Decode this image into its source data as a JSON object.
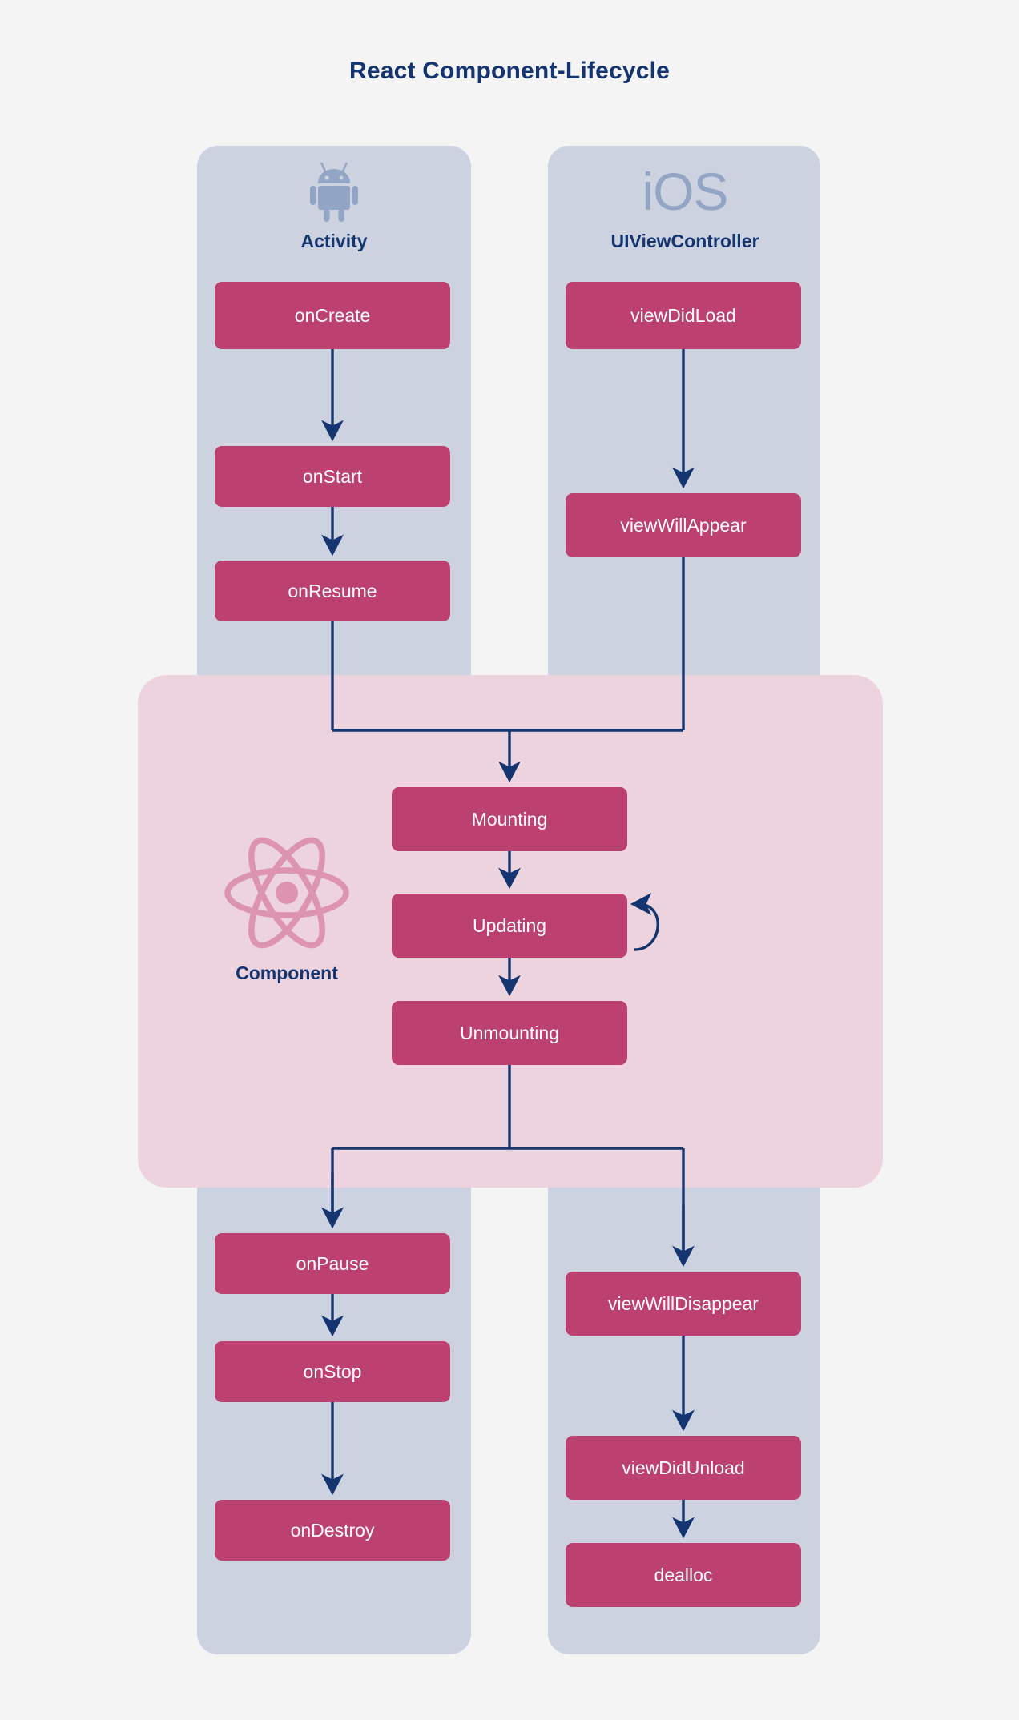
{
  "title": "React Component-Lifecycle",
  "colors": {
    "background": "#f4f4f4",
    "title_navy": "#14356f",
    "platform_panel": "#ccd2e0",
    "react_panel": "#ecd3de",
    "node_pink": "#bc4070",
    "node_text": "#ffffff",
    "arrow_navy": "#14356f",
    "android_logo": "#93a5c4",
    "ios_logo": "#93a5c4",
    "react_logo": "#dd94b0"
  },
  "columns": {
    "android": {
      "icon": "android-robot-icon",
      "label": "Activity",
      "nodes": [
        {
          "id": "oncreate",
          "label": "onCreate"
        },
        {
          "id": "onstart",
          "label": "onStart"
        },
        {
          "id": "onresume",
          "label": "onResume"
        },
        {
          "id": "onpause",
          "label": "onPause"
        },
        {
          "id": "onstop",
          "label": "onStop"
        },
        {
          "id": "ondestroy",
          "label": "onDestroy"
        }
      ]
    },
    "ios": {
      "wordmark": "iOS",
      "label": "UIViewController",
      "nodes": [
        {
          "id": "viewdidload",
          "label": "viewDidLoad"
        },
        {
          "id": "viewwillappear",
          "label": "viewWillAppear"
        },
        {
          "id": "viewwilldisappear",
          "label": "viewWillDisappear"
        },
        {
          "id": "viewdidunload",
          "label": "viewDidUnload"
        },
        {
          "id": "dealloc",
          "label": "dealloc"
        }
      ]
    },
    "react": {
      "icon": "react-atom-icon",
      "label": "Component",
      "nodes": [
        {
          "id": "mounting",
          "label": "Mounting"
        },
        {
          "id": "updating",
          "label": "Updating"
        },
        {
          "id": "unmounting",
          "label": "Unmounting"
        }
      ]
    }
  },
  "chart_data": {
    "type": "diagram",
    "title": "React Component-Lifecycle",
    "diagram_kind": "flowchart",
    "lanes": [
      {
        "name": "Activity",
        "platform": "Android",
        "sequence": [
          "onCreate",
          "onStart",
          "onResume",
          "onPause",
          "onStop",
          "onDestroy"
        ]
      },
      {
        "name": "Component",
        "platform": "React",
        "sequence": [
          "Mounting",
          "Updating",
          "Unmounting"
        ]
      },
      {
        "name": "UIViewController",
        "platform": "iOS",
        "sequence": [
          "viewDidLoad",
          "viewWillAppear",
          "viewWillDisappear",
          "viewDidUnload",
          "dealloc"
        ]
      }
    ],
    "edges": [
      {
        "from": "onCreate",
        "to": "onStart"
      },
      {
        "from": "onStart",
        "to": "onResume"
      },
      {
        "from": "onResume",
        "to": "Mounting"
      },
      {
        "from": "viewDidLoad",
        "to": "viewWillAppear"
      },
      {
        "from": "viewWillAppear",
        "to": "Mounting"
      },
      {
        "from": "Mounting",
        "to": "Updating"
      },
      {
        "from": "Updating",
        "to": "Updating",
        "note": "self-loop"
      },
      {
        "from": "Updating",
        "to": "Unmounting"
      },
      {
        "from": "Unmounting",
        "to": "onPause"
      },
      {
        "from": "Unmounting",
        "to": "viewWillDisappear"
      },
      {
        "from": "onPause",
        "to": "onStop"
      },
      {
        "from": "onStop",
        "to": "onDestroy"
      },
      {
        "from": "viewWillDisappear",
        "to": "viewDidUnload"
      },
      {
        "from": "viewDidUnload",
        "to": "dealloc"
      }
    ]
  }
}
